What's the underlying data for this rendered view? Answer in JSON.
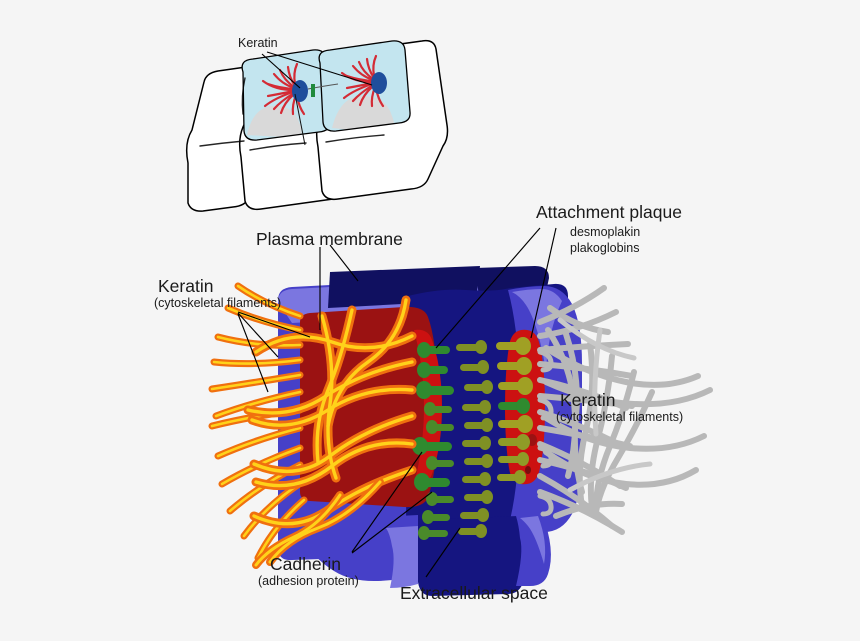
{
  "figure": {
    "title": "Desmosome structure diagram",
    "background_color": "#f5f5f5"
  },
  "inset": {
    "name": "epithelial-tissue-overview",
    "label": "Keratin",
    "cell_count": 2,
    "colors": {
      "cell_outline": "#000000",
      "cytoplasm": "#c3e5ef",
      "nucleus": "#d9d9d9",
      "keratin_filaments": "#d42b35",
      "desmosome_plaque": "#1f4e9c",
      "cadherin": "#1f8a3c",
      "cell_body": "#ffffff"
    }
  },
  "labels": {
    "plasma_membrane": "Plasma membrane",
    "keratin_left": {
      "title": "Keratin",
      "subtitle": "(cytoskeletal filaments)"
    },
    "keratin_right": {
      "title": "Keratin",
      "subtitle": "(cytoskeletal filaments)"
    },
    "attachment_plaque": {
      "title": "Attachment plaque",
      "components": [
        "desmoplakin",
        "plakoglobins"
      ]
    },
    "cadherin": {
      "title": "Cadherin",
      "subtitle": "(adhesion protein)"
    },
    "extracellular_space": "Extracellular space"
  },
  "colors": {
    "membrane_mid_blue": "#4640c8",
    "membrane_light_blue": "#7b76e0",
    "membrane_dark_navy": "#151580",
    "membrane_deep_navy": "#101060",
    "attachment_plaque_red": "#9b1212",
    "attachment_plaque_bright_red": "#cc1111",
    "keratin_orange": "#f0700f",
    "keratin_yellow": "#ffd21a",
    "keratin_gray": "#b8b8b8",
    "cadherin_green": "#3a9a3a",
    "cadherin_olive": "#8f9b27",
    "leader_line": "#000000",
    "text": "#1a1a1a"
  }
}
